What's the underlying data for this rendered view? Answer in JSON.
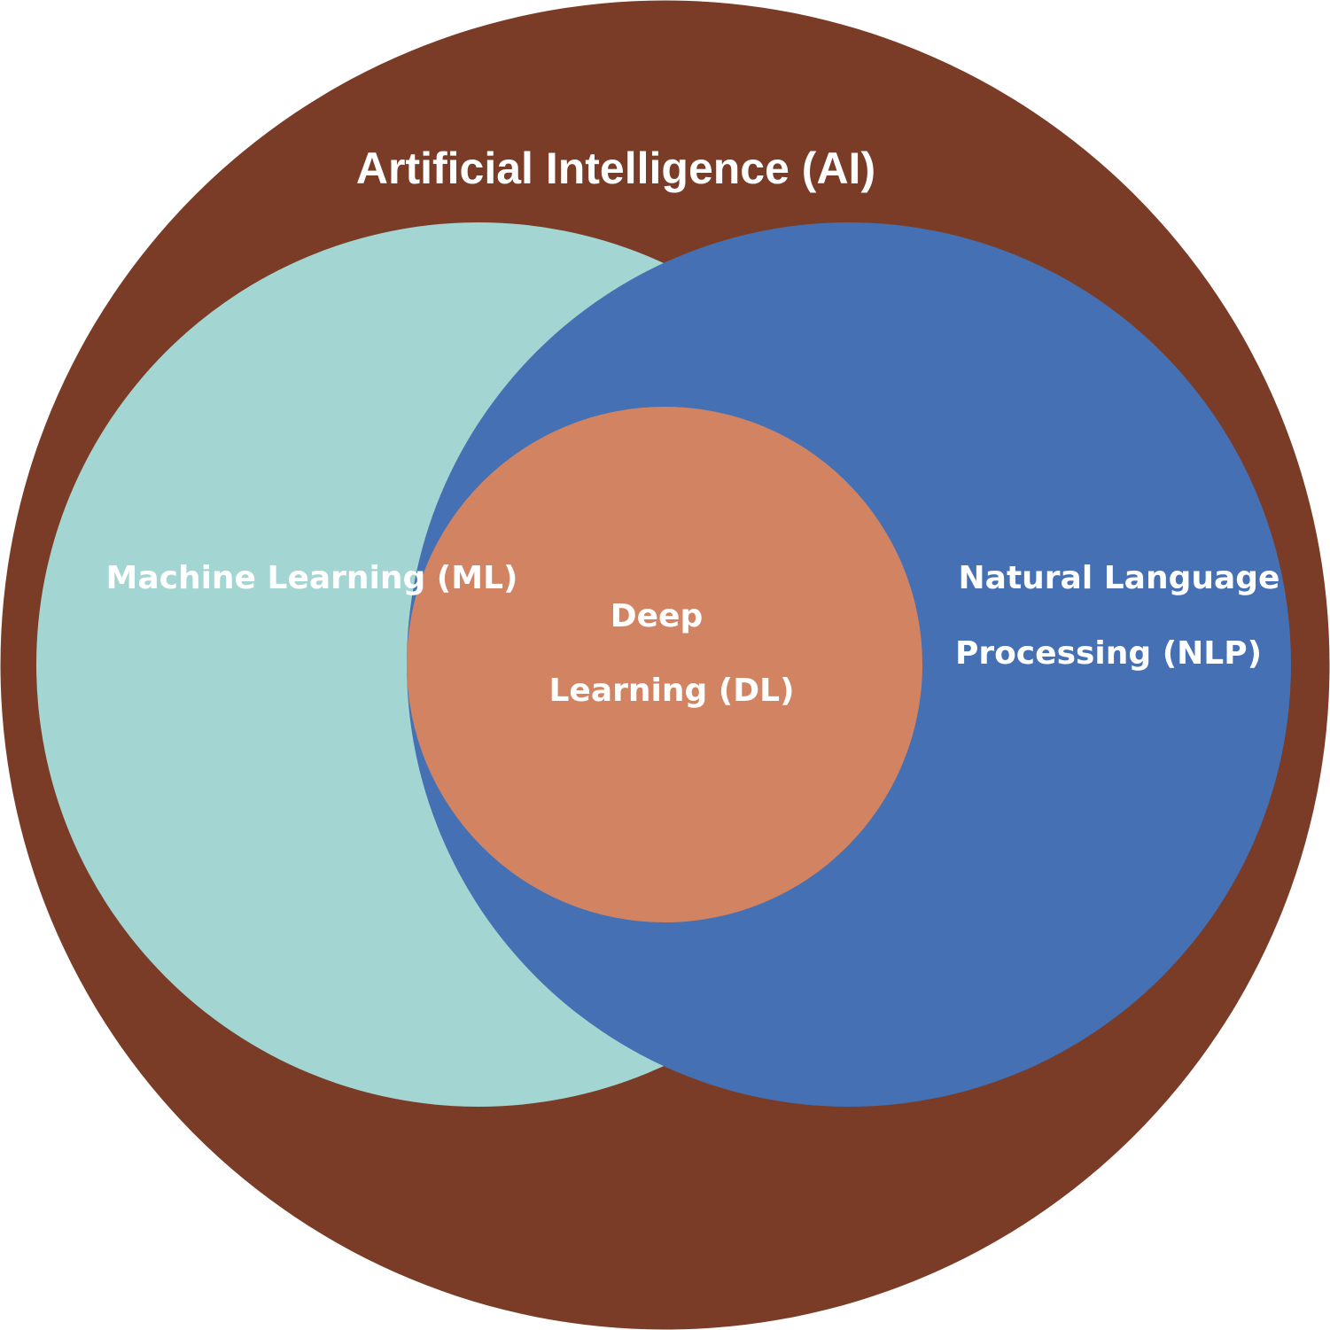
{
  "diagram": {
    "ai": {
      "label": "Artificial Intelligence (AI)",
      "color": "#7A3C26"
    },
    "ml": {
      "label": "Machine Learning (ML)",
      "color": "#A3D5D2"
    },
    "nlp": {
      "label_line1": "Natural Language",
      "label_line2": "Processing (NLP)",
      "color": "#4570B3"
    },
    "dl": {
      "label_line1": "Deep",
      "label_line2": "Learning (DL)",
      "color": "#D28462"
    }
  }
}
